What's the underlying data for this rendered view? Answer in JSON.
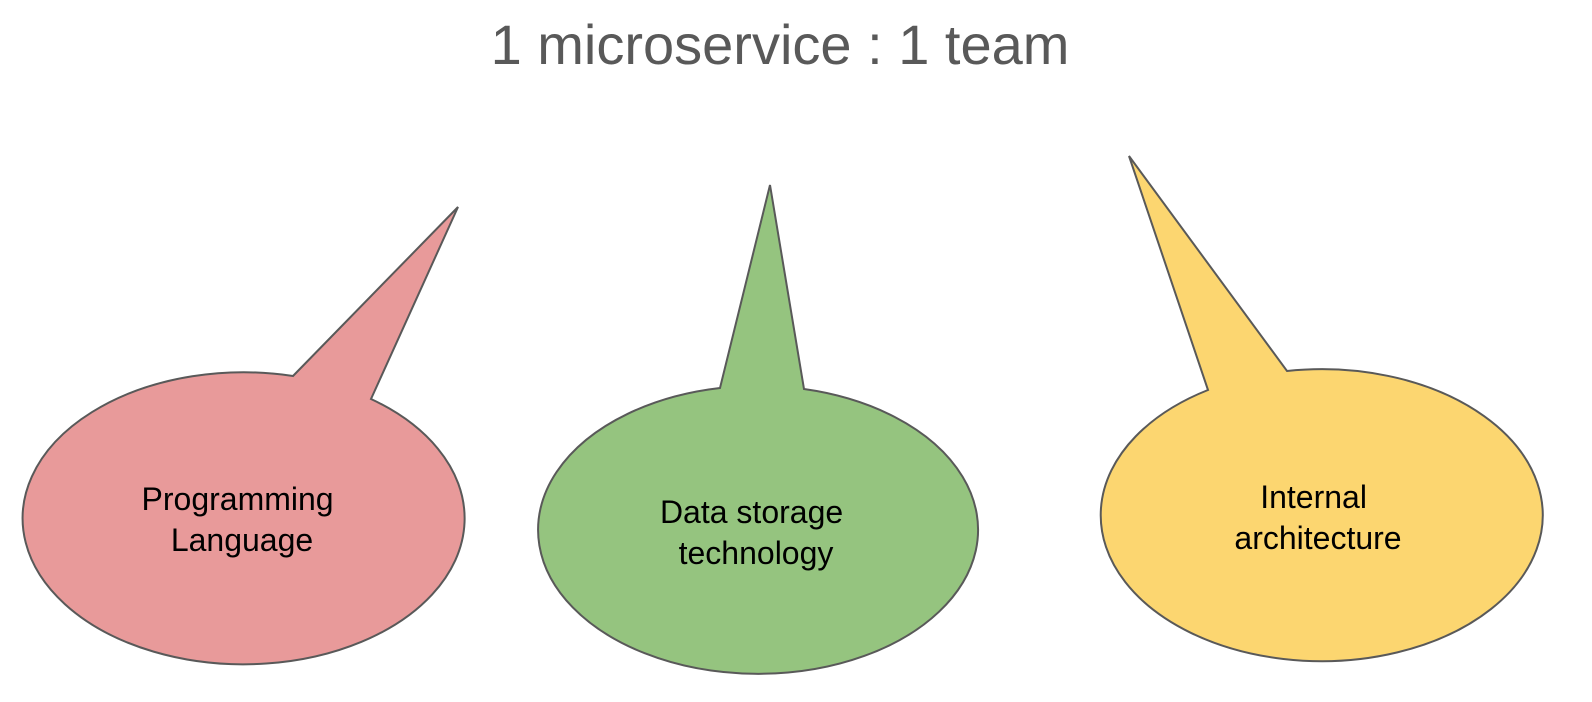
{
  "slide": {
    "title": "1 microservice : 1 team"
  },
  "bubbles": [
    {
      "id": "programming-language",
      "lines": [
        "Programming",
        "Language"
      ],
      "fill": "#e89a9a"
    },
    {
      "id": "data-storage-technology",
      "lines": [
        "Data storage",
        "technology"
      ],
      "fill": "#95c47f"
    },
    {
      "id": "internal-architecture",
      "lines": [
        "Internal",
        "architecture"
      ],
      "fill": "#fcd670"
    }
  ],
  "colors": {
    "outline": "#595959",
    "title": "#595959"
  }
}
